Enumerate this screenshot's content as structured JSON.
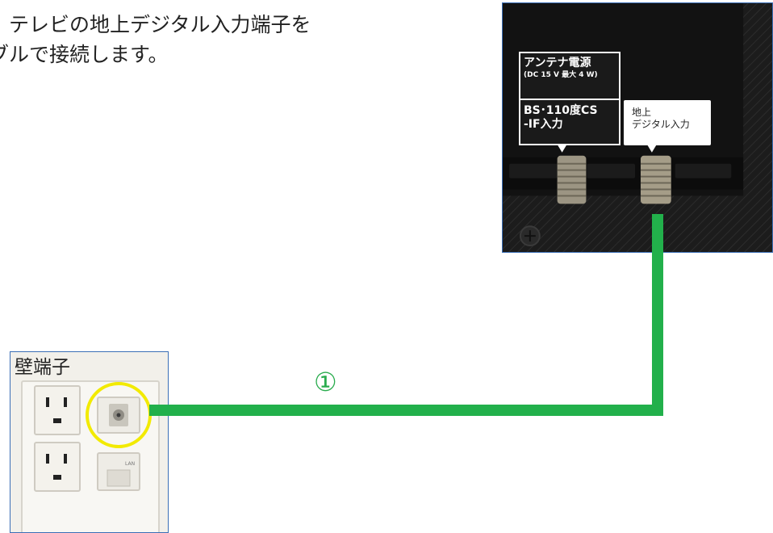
{
  "instruction": {
    "line1": "、テレビの地上デジタル入力端子を",
    "line2": "ブルで接続します。"
  },
  "tv_panel": {
    "antenna_power_label": "アンテナ電源",
    "antenna_power_spec": "(DC 15 V 最大 4 W)",
    "bs_cs_label_line1": "BS･110度CS",
    "bs_cs_label_line2": "-IF入力",
    "terrestrial_label_line1": "地上",
    "terrestrial_label_line2": "デジタル入力"
  },
  "wall_plate": {
    "label": "壁端子",
    "lan_label": "LAN"
  },
  "cable": {
    "number_label": "①",
    "color": "#22b04b"
  },
  "highlight": {
    "color": "#f2ea00"
  }
}
